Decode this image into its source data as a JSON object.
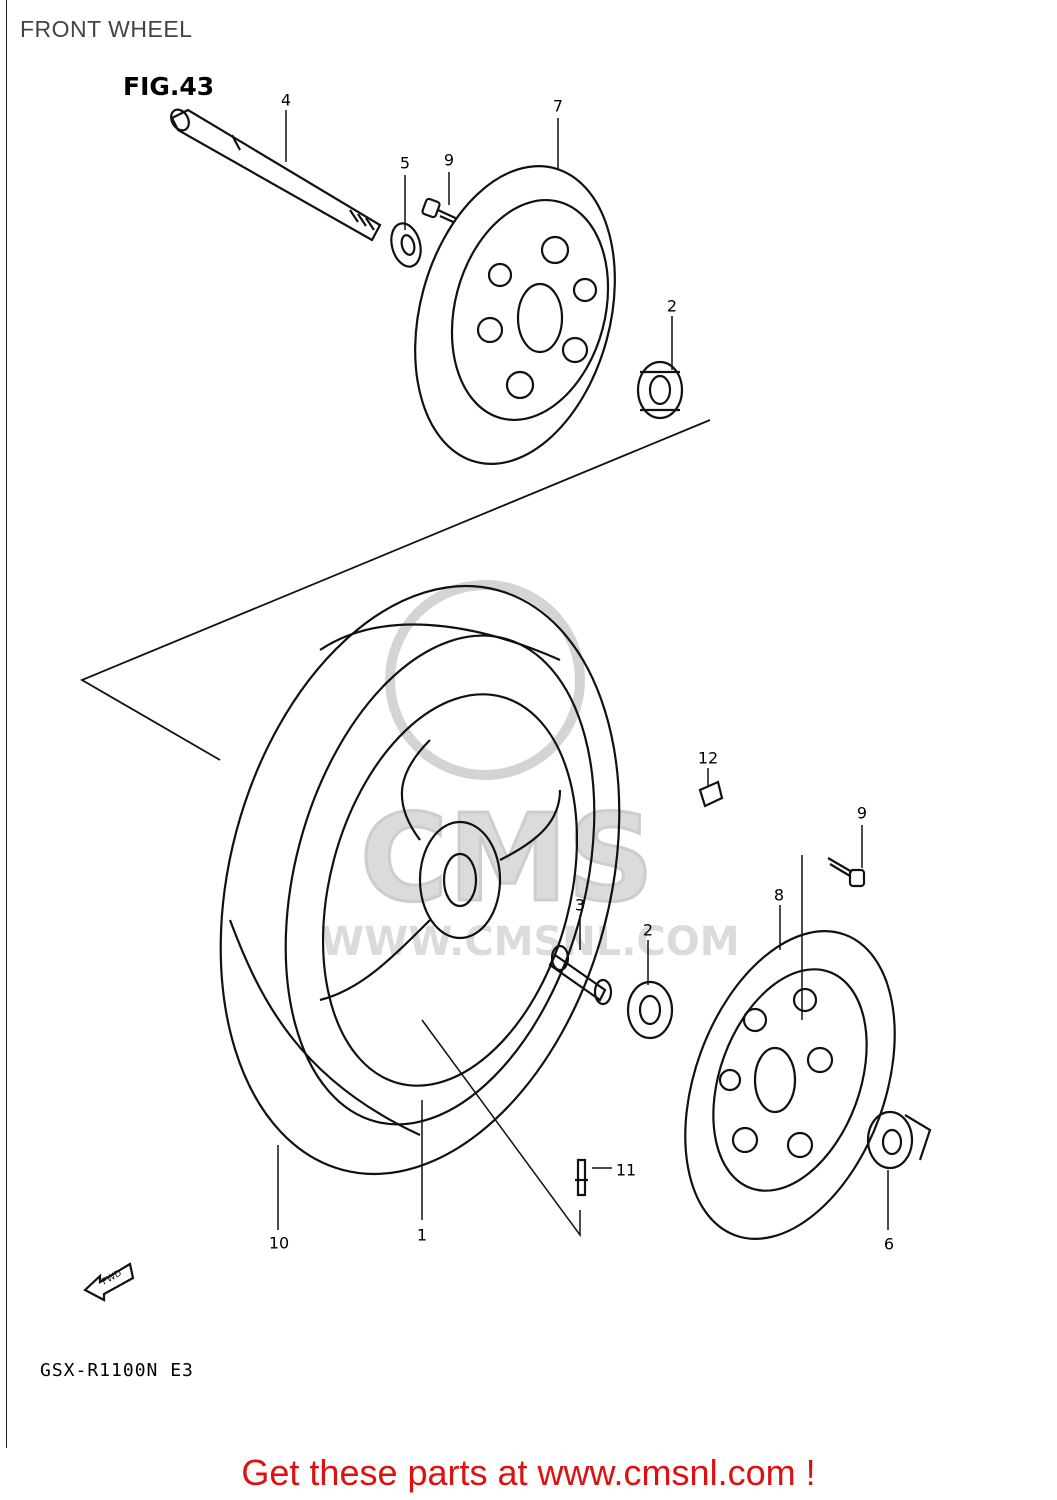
{
  "header": {
    "title": "FRONT WHEEL"
  },
  "figure": {
    "label": "FIG.43",
    "model": "GSX-R1100N E3",
    "direction_marker": "FWD"
  },
  "watermark": {
    "text": "WWW.CMSNL.COM",
    "logo_text": "CMS"
  },
  "callouts": [
    {
      "id": "c1",
      "label": "1"
    },
    {
      "id": "c2a",
      "label": "2"
    },
    {
      "id": "c2b",
      "label": "2"
    },
    {
      "id": "c3",
      "label": "3"
    },
    {
      "id": "c4",
      "label": "4"
    },
    {
      "id": "c5",
      "label": "5"
    },
    {
      "id": "c6",
      "label": "6"
    },
    {
      "id": "c7",
      "label": "7"
    },
    {
      "id": "c8",
      "label": "8"
    },
    {
      "id": "c9a",
      "label": "9"
    },
    {
      "id": "c9b",
      "label": "9"
    },
    {
      "id": "c10",
      "label": "10"
    },
    {
      "id": "c11",
      "label": "11"
    },
    {
      "id": "c12",
      "label": "12"
    }
  ],
  "footer": {
    "link_text": "Get these parts at www.cmsnl.com !"
  }
}
